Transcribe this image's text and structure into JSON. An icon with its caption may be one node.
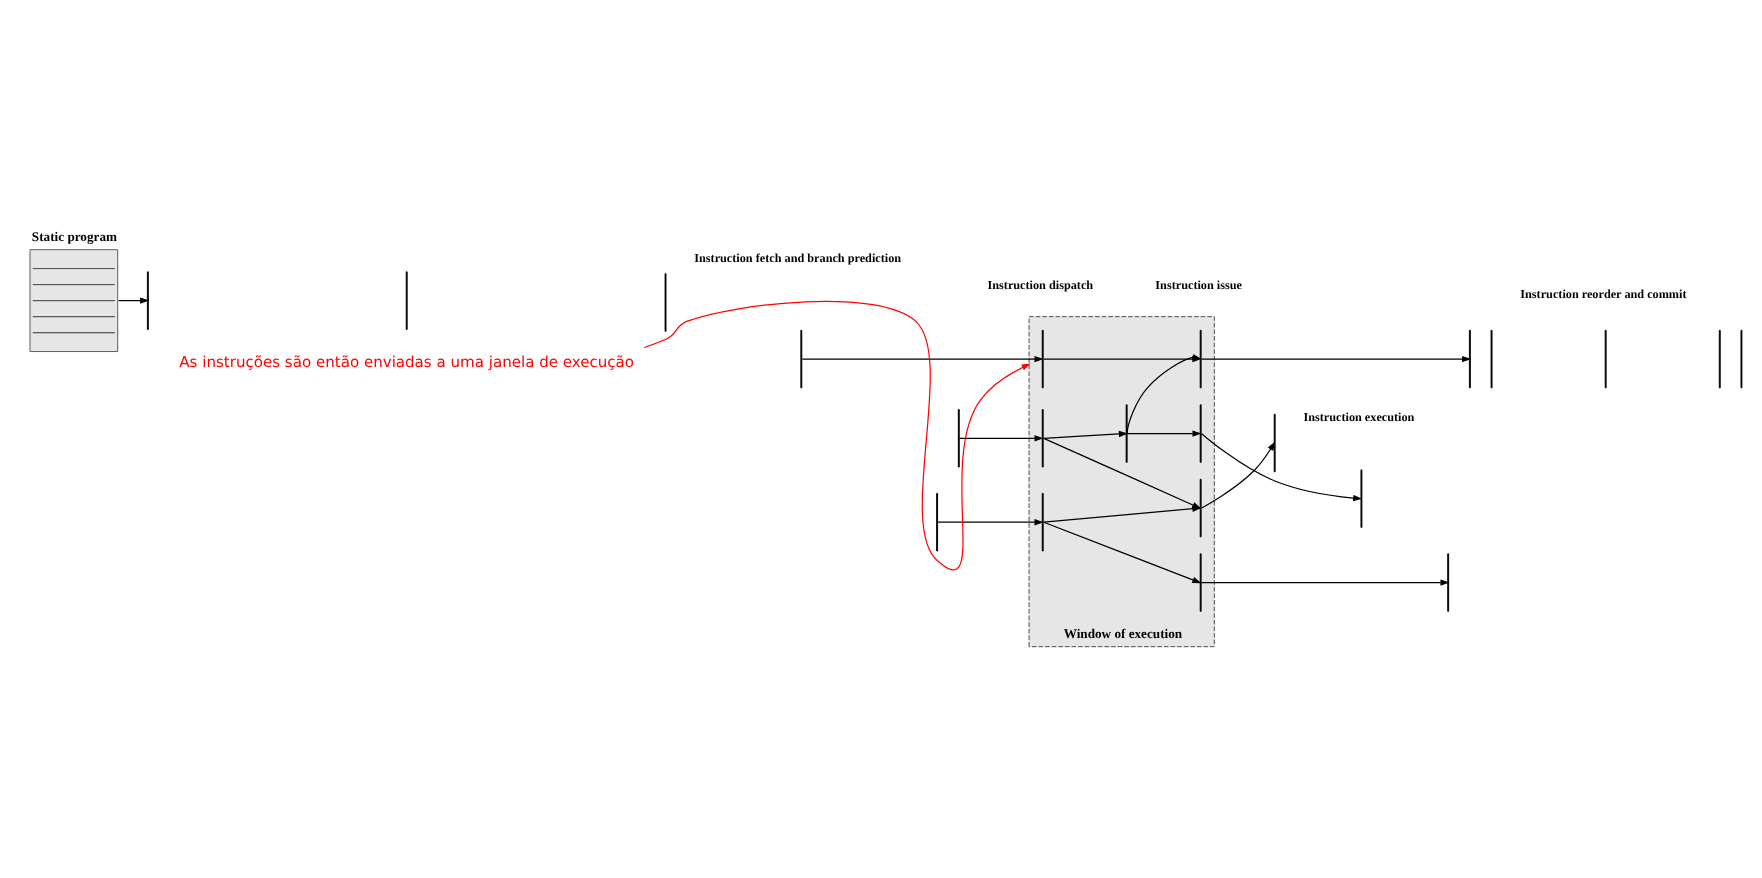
{
  "diagram": {
    "nodes": [
      {
        "text": [
          "Static program"
        ]
      },
      {
        "text": [],
        "shape": "bar"
      },
      {
        "text": [],
        "shape": "bar"
      },
      {
        "text": [],
        "shape": "bar"
      },
      {
        "text": [],
        "shape": "bar"
      },
      {
        "text": [],
        "shape": "bar"
      },
      {
        "text": [],
        "shape": "bar"
      },
      {
        "text": [
          "Window of execution"
        ]
      },
      {
        "text": [],
        "shape": "bar",
        "in": 7
      },
      {
        "text": [],
        "shape": "bar",
        "in": 7
      },
      {
        "text": [],
        "shape": "bar",
        "in": 7
      },
      {
        "text": [],
        "shape": "bar",
        "in": 7
      },
      {
        "text": [],
        "shape": "bar",
        "in": 7
      },
      {
        "text": [],
        "shape": "bar",
        "in": 7
      },
      {
        "text": [],
        "shape": "bar",
        "in": 7
      },
      {
        "text": [],
        "shape": "bar",
        "in": 7
      },
      {
        "text": [],
        "shape": "bar"
      },
      {
        "text": [],
        "shape": "bar"
      },
      {
        "text": [],
        "shape": "bar"
      },
      {
        "text": [],
        "shape": "bar"
      },
      {
        "text": [],
        "shape": "bar"
      },
      {
        "text": [],
        "shape": "bar"
      },
      {
        "text": [],
        "shape": "bar"
      },
      {
        "text": [],
        "shape": "bar"
      },
      {
        "text": [
          "As instruções são então enviadas a uma janela de execução"
        ]
      }
    ],
    "edges": [
      {
        "from": 0,
        "to": 1,
        "arrow": "to"
      },
      {
        "from": 4,
        "to": 8,
        "arrow": "to"
      },
      {
        "from": 6,
        "to": 9,
        "arrow": "to"
      },
      {
        "from": 5,
        "to": 10,
        "arrow": "to"
      },
      {
        "from": 8,
        "to": 12,
        "arrow": "to"
      },
      {
        "from": 9,
        "to": 11,
        "arrow": "to"
      },
      {
        "from": 11,
        "to": 12,
        "arrow": "to"
      },
      {
        "from": 11,
        "to": 13,
        "arrow": "to"
      },
      {
        "from": 9,
        "to": 14,
        "arrow": "to"
      },
      {
        "from": 10,
        "to": 14,
        "arrow": "to"
      },
      {
        "from": 10,
        "to": 15,
        "arrow": "to"
      },
      {
        "from": 12,
        "to": 19,
        "arrow": "to"
      },
      {
        "from": 13,
        "to": 17,
        "arrow": "to"
      },
      {
        "from": 14,
        "to": 16,
        "arrow": "to"
      },
      {
        "from": 15,
        "to": 18,
        "arrow": "to"
      },
      {
        "from": 24,
        "to": 7,
        "arrow": "to",
        "color": "#ff0000"
      }
    ],
    "labels": [
      "Instruction fetch and branch prediction",
      "Instruction dispatch",
      "Instruction issue",
      "Instruction execution",
      "Instruction reorder and commit"
    ]
  }
}
